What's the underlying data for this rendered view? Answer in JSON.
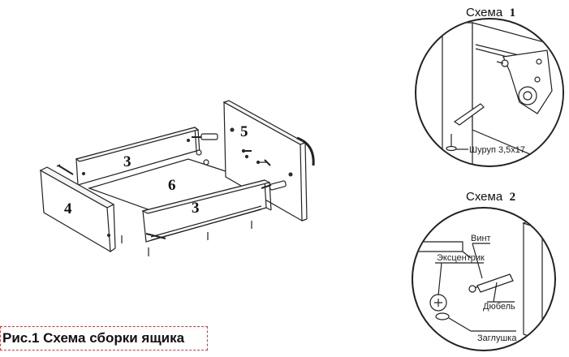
{
  "figure": {
    "caption": "Рис.1 Схема сборки ящика",
    "part_labels": {
      "p3_back": "3",
      "p3_front": "3",
      "p4": "4",
      "p5": "5",
      "p6": "6"
    }
  },
  "scheme1": {
    "title_word": "Схема",
    "title_num": "1",
    "callout_screw": "Шуруп 3,5х17"
  },
  "scheme2": {
    "title_word": "Схема",
    "title_num": "2",
    "callout_screw": "Винт",
    "callout_eccentric": "Эксцентрик",
    "callout_dowel": "Дюбель",
    "callout_cap": "Заглушка"
  }
}
